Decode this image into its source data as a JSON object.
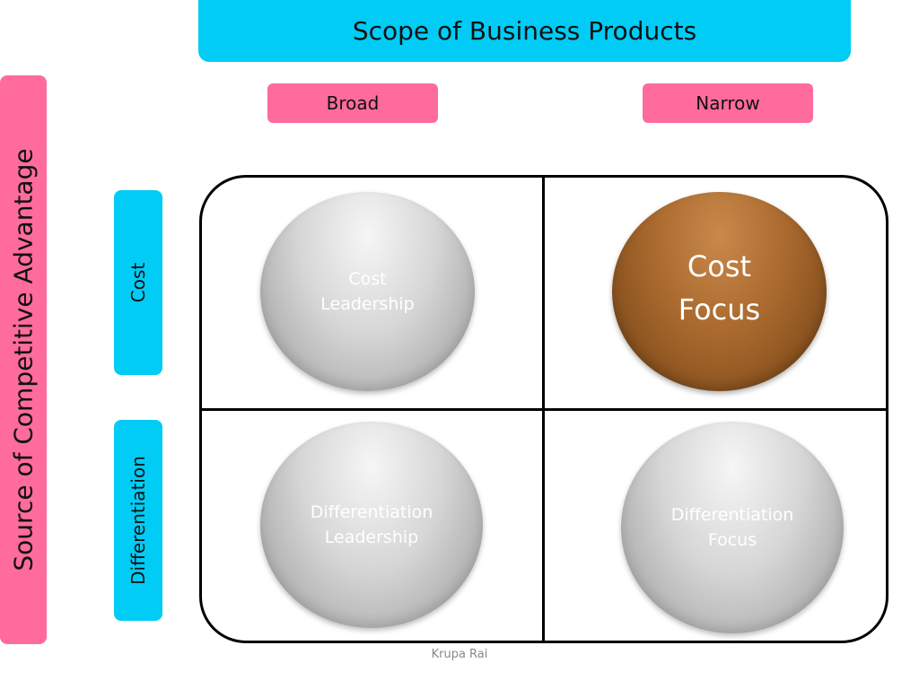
{
  "title": "Scope of Business Products",
  "columns": [
    {
      "label": "Broad"
    },
    {
      "label": "Narrow"
    }
  ],
  "side_axis": "Source of Competitive Advantage",
  "rows": [
    {
      "label": "Cost"
    },
    {
      "label": "Differentiation"
    }
  ],
  "cells": [
    {
      "label": "Cost\nLeadership"
    },
    {
      "label": "Cost\nFocus"
    },
    {
      "label": "Differentiation\nLeadership"
    },
    {
      "label": "Differentiation\nFocus"
    }
  ],
  "footer": "Krupa Rai",
  "colors": {
    "cyan": "#00ccf5",
    "pink": "#ff6b9d",
    "grey_circle": "#cfcfcf",
    "brown_circle": "#9c5f27",
    "grid_line": "#000000"
  }
}
